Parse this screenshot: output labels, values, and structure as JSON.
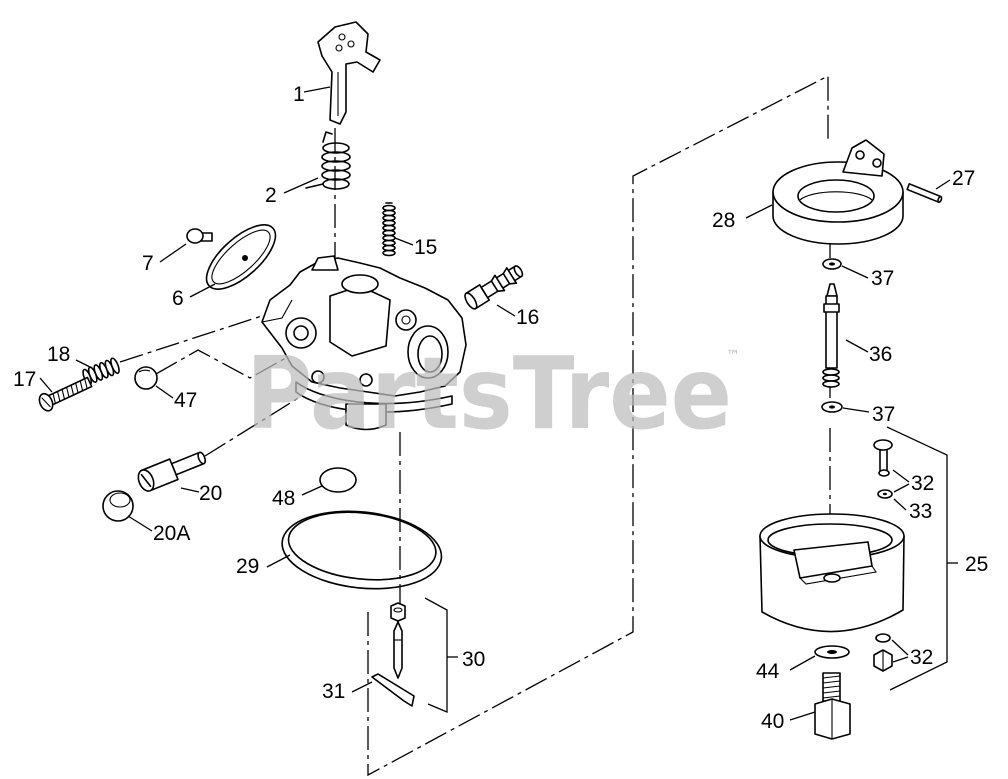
{
  "watermark": {
    "text": "PartsTree",
    "trademark": "™"
  },
  "colors": {
    "line": "#000000",
    "watermark": "#bdbdbd",
    "background": "#ffffff"
  },
  "callouts": [
    {
      "label": "1"
    },
    {
      "label": "2"
    },
    {
      "label": "15"
    },
    {
      "label": "7"
    },
    {
      "label": "6"
    },
    {
      "label": "16"
    },
    {
      "label": "18"
    },
    {
      "label": "17"
    },
    {
      "label": "47"
    },
    {
      "label": "20"
    },
    {
      "label": "20A"
    },
    {
      "label": "48"
    },
    {
      "label": "29"
    },
    {
      "label": "30"
    },
    {
      "label": "31"
    },
    {
      "label": "27"
    },
    {
      "label": "28"
    },
    {
      "label": "37"
    },
    {
      "label": "36"
    },
    {
      "label": "37"
    },
    {
      "label": "32"
    },
    {
      "label": "33"
    },
    {
      "label": "25"
    },
    {
      "label": "32"
    },
    {
      "label": "44"
    },
    {
      "label": "40"
    }
  ]
}
